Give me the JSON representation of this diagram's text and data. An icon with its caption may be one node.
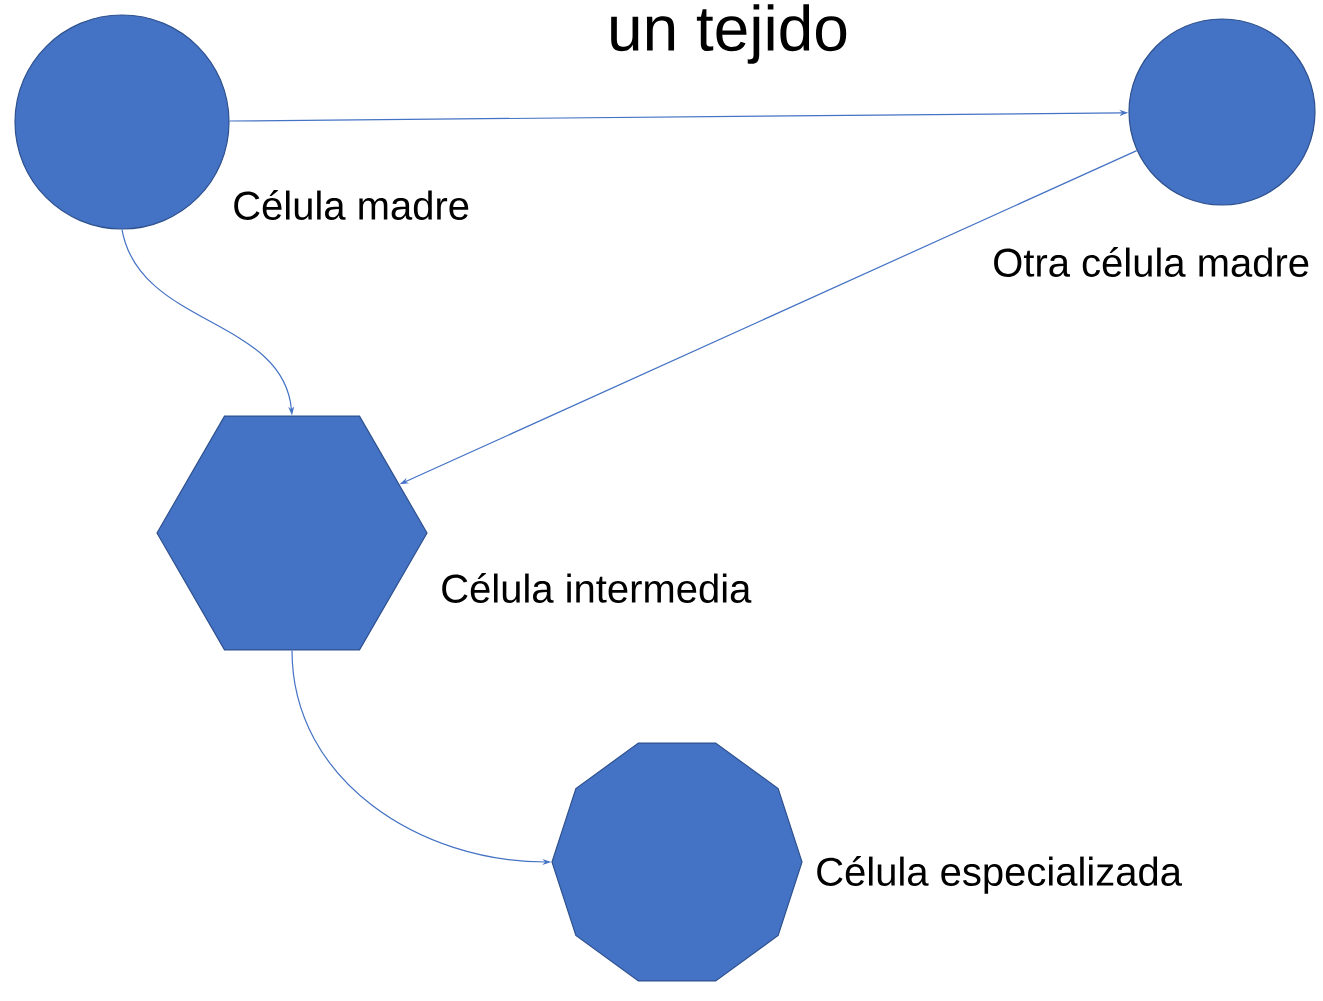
{
  "diagram": {
    "title": "un tejido",
    "nodes": [
      {
        "text": [],
        "shape": "circle",
        "beside": [
          "Célula madre"
        ]
      },
      {
        "text": [],
        "shape": "circle",
        "beside": [
          "Otra célula madre"
        ]
      },
      {
        "text": [],
        "shape": "hexagon",
        "beside": [
          "Célula intermedia"
        ]
      },
      {
        "text": [],
        "shape": "decagon",
        "beside": [
          "Célula especializada"
        ]
      }
    ],
    "edges": [
      {
        "from": 0,
        "to": 1,
        "arrow": "to"
      },
      {
        "from": 1,
        "to": 2,
        "arrow": "to"
      },
      {
        "from": 0,
        "to": 2,
        "arrow": "to"
      },
      {
        "from": 2,
        "to": 3,
        "arrow": "to"
      }
    ]
  }
}
